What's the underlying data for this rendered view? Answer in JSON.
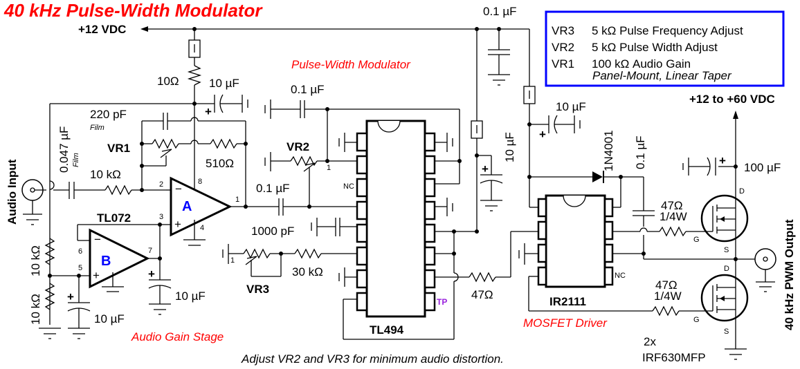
{
  "title": "40 kHz Pulse-Width Modulator",
  "colors": {
    "title": "#ff0000",
    "section_labels": "#ff0000",
    "opamp_labels": "#0000ff",
    "legend_border": "#0000ff",
    "tp_label": "#9922dd",
    "wire": "#000000"
  },
  "rails": {
    "low_supply": "+12 VDC",
    "high_supply": "+12 to +60 VDC"
  },
  "legend": {
    "rows": [
      {
        "ref": "VR3",
        "desc": "5 kΩ Pulse Frequency Adjust"
      },
      {
        "ref": "VR2",
        "desc": "5 kΩ Pulse Width Adjust"
      },
      {
        "ref": "VR1",
        "desc": "100 kΩ Audio Gain"
      }
    ],
    "note": "Panel-Mount, Linear Taper"
  },
  "sections": {
    "pwm": "Pulse-Width Modulator",
    "gain": "Audio Gain Stage",
    "driver": "MOSFET Driver"
  },
  "io": {
    "input": "Audio Input",
    "output": "40 kHz PWM Output"
  },
  "footnote": "Adjust VR2 and VR3 for minimum audio distortion.",
  "components": {
    "r_supply": "10Ω",
    "c_supply_top": "10 µF",
    "c_220": "220 pF",
    "c_220_type": "Film",
    "c_in": "0.047 µF",
    "c_in_type": "Film",
    "vr1": "VR1",
    "r_in": "10 kΩ",
    "r_fb": "510Ω",
    "opamp_ic": "TL072",
    "opamp_a": "A",
    "opamp_b": "B",
    "r_div_top": "10 kΩ",
    "r_div_bot": "10 kΩ",
    "c_div": "10 µF",
    "c_ref": "10 µF",
    "c_pwm_top": "0.1 µF",
    "vr2": "VR2",
    "c_couple": "0.1 µF",
    "c_timing": "1000 pF",
    "vr3": "VR3",
    "r_timing": "30 kΩ",
    "pwm_ic": "TL494",
    "tp": "TP",
    "nc": "NC",
    "c_rail": "0.1 µF",
    "c_10_vert": "10 µF",
    "c_driver": "10 µF",
    "diode": "1N4001",
    "c_boot": "0.1 µF",
    "r_gate_link": "47Ω",
    "driver_ic": "IR2111",
    "c_bulk": "100 µF",
    "r_gate_hi": "47Ω",
    "r_gate_hi_w": "1/4W",
    "r_gate_lo": "47Ω",
    "r_gate_lo_w": "1/4W",
    "mosfet_qty": "2x",
    "mosfet": "IRF630MFP"
  },
  "pins": {
    "p1": "1",
    "p2": "2",
    "p3": "3",
    "p4": "4",
    "p5": "5",
    "p6": "6",
    "p7": "7",
    "p8": "8",
    "minus": "−",
    "plus": "+",
    "d": "D",
    "s": "S",
    "g": "G"
  }
}
